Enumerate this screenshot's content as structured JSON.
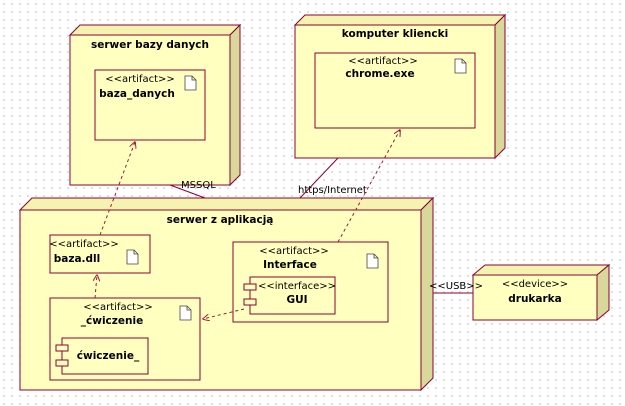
{
  "nodes": {
    "db_server": {
      "title": "serwer bazy danych"
    },
    "client": {
      "title": "komputer kliencki"
    },
    "app_server": {
      "title": "serwer z aplikacją"
    },
    "printer": {
      "stereotype": "<<device>>",
      "name": "drukarka"
    }
  },
  "artifacts": {
    "baza_danych": {
      "stereotype": "<<artifact>>",
      "name": "baza_danych"
    },
    "chrome": {
      "stereotype": "<<artifact>>",
      "name": "chrome.exe"
    },
    "baza_dll": {
      "stereotype": "<<artifact>>",
      "name": "baza.dll"
    },
    "interface": {
      "stereotype": "<<artifact>>",
      "name": "Interface"
    },
    "cwiczenie": {
      "stereotype": "<<artifact>>",
      "name": "_ćwiczenie"
    }
  },
  "components": {
    "gui": {
      "stereotype": "<<interface>>",
      "name": "GUI"
    },
    "cwiczenie_comp": {
      "name": "ćwiczenie_"
    }
  },
  "connections": {
    "mssql": "MSSQL",
    "https": "https/Internet",
    "usb": "<<USB>>"
  },
  "colors": {
    "node_fill": "#ffffc0",
    "node_side": "#d8d89a",
    "border": "#8b0033",
    "dependency": "#9a1a3a"
  }
}
